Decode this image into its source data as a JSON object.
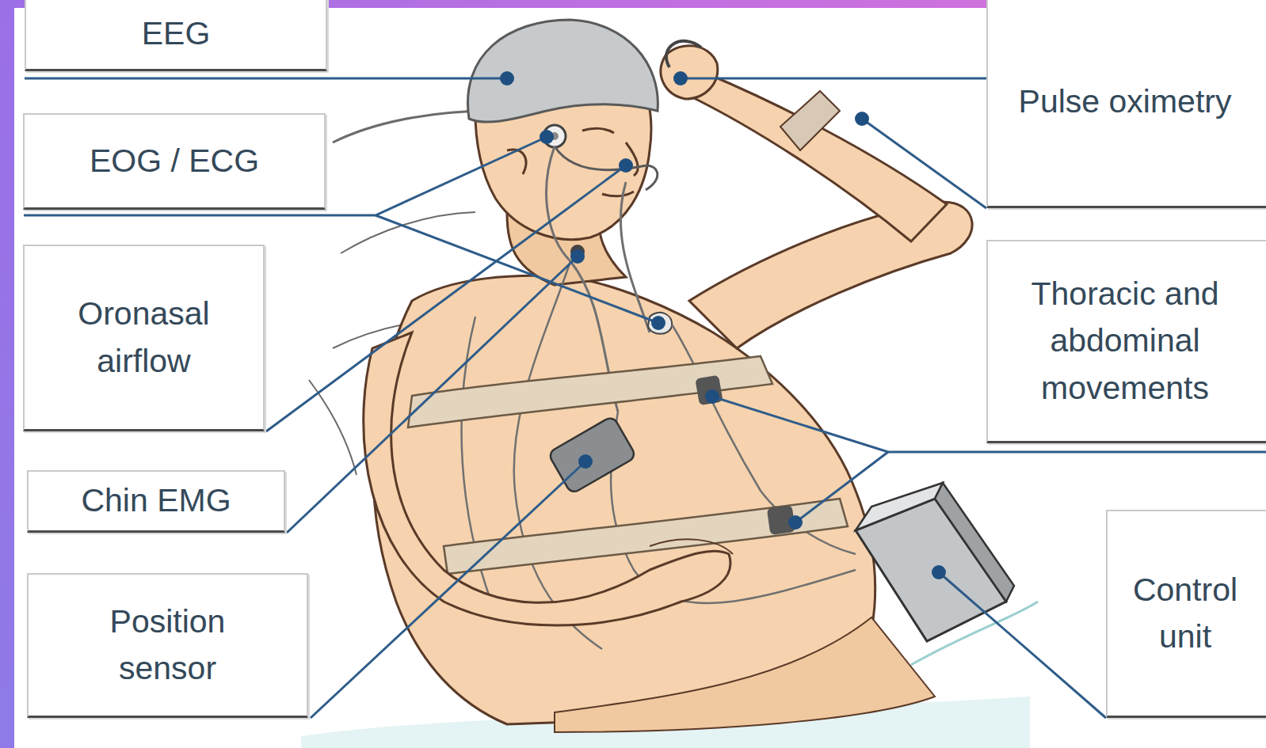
{
  "diagram": {
    "nodes": [
      {
        "text": [
          "EEG"
        ]
      },
      {
        "text": [
          "EOG / ECG"
        ]
      },
      {
        "text": [
          "Oronasal airflow"
        ]
      },
      {
        "text": [
          "Chin EMG"
        ]
      },
      {
        "text": [
          "Position sensor"
        ]
      },
      {
        "text": [
          "Pulse oximetry"
        ]
      },
      {
        "text": [
          "Thoracic and abdominal movements"
        ]
      },
      {
        "text": [
          "Control unit"
        ]
      }
    ]
  }
}
